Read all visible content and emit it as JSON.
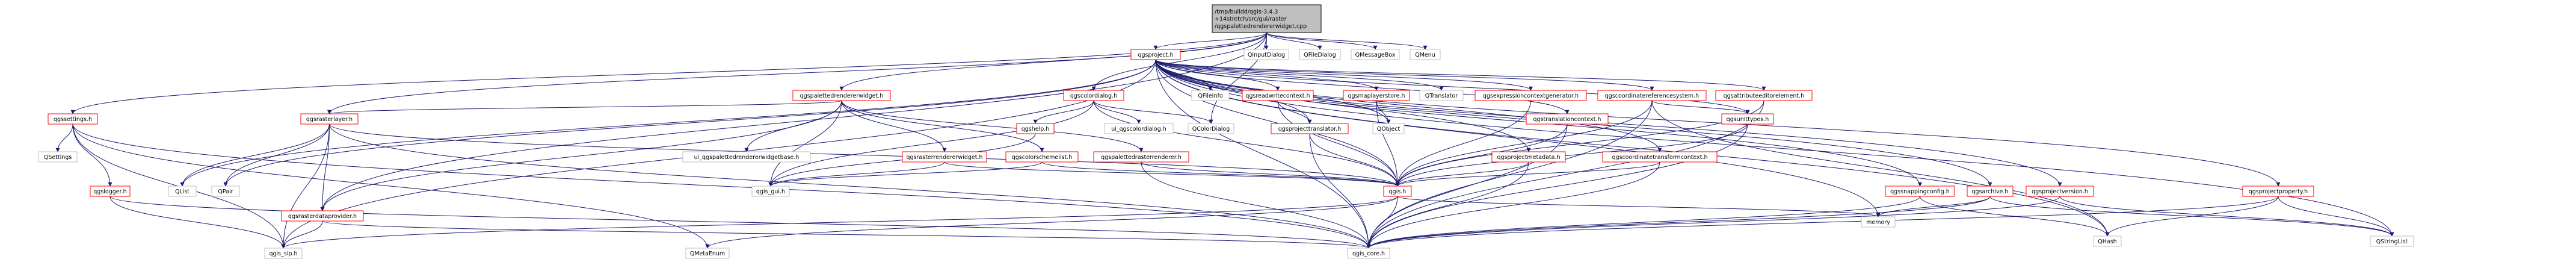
{
  "colors": {
    "root_fill": "#bfbfbf",
    "root_stroke": "#000000",
    "linked_stroke": "#ff0000",
    "external_stroke": "#bfbfbf",
    "node_fill": "#ffffff",
    "edge": "#191970"
  },
  "nodes": [
    {
      "id": "root",
      "lines": [
        "/tmp/buildd/qgis-3.4.3",
        "+14stretch/src/gui/raster",
        "/qgspalettedrendererwidget.cpp"
      ],
      "kind": "root"
    },
    {
      "id": "qgsproject",
      "lines": [
        "qgsproject.h"
      ],
      "kind": "linked"
    },
    {
      "id": "QInputDialog",
      "lines": [
        "QInputDialog"
      ],
      "kind": "external"
    },
    {
      "id": "QFileDialog",
      "lines": [
        "QFileDialog"
      ],
      "kind": "external"
    },
    {
      "id": "QMessageBox",
      "lines": [
        "QMessageBox"
      ],
      "kind": "external"
    },
    {
      "id": "QMenu",
      "lines": [
        "QMenu"
      ],
      "kind": "external"
    },
    {
      "id": "qgspalettedrendererwidget",
      "lines": [
        "qgspalettedrendererwidget.h"
      ],
      "kind": "linked"
    },
    {
      "id": "qgscolordialog",
      "lines": [
        "qgscolordialog.h"
      ],
      "kind": "linked"
    },
    {
      "id": "QFileInfo",
      "lines": [
        "QFileInfo"
      ],
      "kind": "external"
    },
    {
      "id": "qgsreadwritecontext",
      "lines": [
        "qgsreadwritecontext.h"
      ],
      "kind": "linked"
    },
    {
      "id": "qgsmaplayerstore",
      "lines": [
        "qgsmaplayerstore.h"
      ],
      "kind": "linked"
    },
    {
      "id": "QTranslator",
      "lines": [
        "QTranslator"
      ],
      "kind": "external"
    },
    {
      "id": "qgsexpressioncontextgenerator",
      "lines": [
        "qgsexpressioncontextgenerator.h"
      ],
      "kind": "linked"
    },
    {
      "id": "qgscoordinatereferencesystem",
      "lines": [
        "qgscoordinatereferencesystem.h"
      ],
      "kind": "linked"
    },
    {
      "id": "qgsattributeeditorelement",
      "lines": [
        "qgsattributeeditorelement.h"
      ],
      "kind": "linked"
    },
    {
      "id": "qgssettings",
      "lines": [
        "qgssettings.h"
      ],
      "kind": "linked"
    },
    {
      "id": "qgsrasterlayer",
      "lines": [
        "qgsrasterlayer.h"
      ],
      "kind": "linked"
    },
    {
      "id": "ui_qgspalettedrendererwidgetbase",
      "lines": [
        "ui_qgspalettedrendererwidgetbase.h"
      ],
      "kind": "external"
    },
    {
      "id": "qgsrasterrendererwidget",
      "lines": [
        "qgsrasterrendererwidget.h"
      ],
      "kind": "linked"
    },
    {
      "id": "qgscolorschemelist",
      "lines": [
        "qgscolorschemelist.h"
      ],
      "kind": "linked"
    },
    {
      "id": "qgspalettedrasterrenderer",
      "lines": [
        "qgspalettedrasterrenderer.h"
      ],
      "kind": "linked"
    },
    {
      "id": "qgshelp",
      "lines": [
        "qgshelp.h"
      ],
      "kind": "linked"
    },
    {
      "id": "ui_qgscolordialog",
      "lines": [
        "ui_qgscolordialog.h"
      ],
      "kind": "external"
    },
    {
      "id": "QColorDialog",
      "lines": [
        "QColorDialog"
      ],
      "kind": "external"
    },
    {
      "id": "qgsprojecttranslator",
      "lines": [
        "qgsprojecttranslator.h"
      ],
      "kind": "linked"
    },
    {
      "id": "QObject",
      "lines": [
        "QObject"
      ],
      "kind": "external"
    },
    {
      "id": "qgstranslationcontext",
      "lines": [
        "qgstranslationcontext.h"
      ],
      "kind": "linked"
    },
    {
      "id": "qgsprojectmetadata",
      "lines": [
        "qgsprojectmetadata.h"
      ],
      "kind": "linked"
    },
    {
      "id": "qgscoordinatetransformcontext",
      "lines": [
        "qgscoordinatetransformcontext.h"
      ],
      "kind": "linked"
    },
    {
      "id": "qgsunittypes",
      "lines": [
        "qgsunittypes.h"
      ],
      "kind": "linked"
    },
    {
      "id": "qgssnappingconfig",
      "lines": [
        "qgssnappingconfig.h"
      ],
      "kind": "linked"
    },
    {
      "id": "qgsarchive",
      "lines": [
        "qgsarchive.h"
      ],
      "kind": "linked"
    },
    {
      "id": "qgsprojectversion",
      "lines": [
        "qgsprojectversion.h"
      ],
      "kind": "linked"
    },
    {
      "id": "qgsprojectproperty",
      "lines": [
        "qgsprojectproperty.h"
      ],
      "kind": "linked"
    },
    {
      "id": "QSettings",
      "lines": [
        "QSettings"
      ],
      "kind": "external"
    },
    {
      "id": "qgslogger",
      "lines": [
        "qgslogger.h"
      ],
      "kind": "linked"
    },
    {
      "id": "QList",
      "lines": [
        "QList"
      ],
      "kind": "external"
    },
    {
      "id": "QPair",
      "lines": [
        "QPair"
      ],
      "kind": "external"
    },
    {
      "id": "qgsrasterdataprovider",
      "lines": [
        "qgsrasterdataprovider.h"
      ],
      "kind": "linked"
    },
    {
      "id": "qgis_gui",
      "lines": [
        "qgis_gui.h"
      ],
      "kind": "external"
    },
    {
      "id": "qgis",
      "lines": [
        "qgis.h"
      ],
      "kind": "linked"
    },
    {
      "id": "memory",
      "lines": [
        "memory"
      ],
      "kind": "external"
    },
    {
      "id": "QHash",
      "lines": [
        "QHash"
      ],
      "kind": "external"
    },
    {
      "id": "QStringList",
      "lines": [
        "QStringList"
      ],
      "kind": "external"
    },
    {
      "id": "qgis_sip",
      "lines": [
        "qgis_sip.h"
      ],
      "kind": "external"
    },
    {
      "id": "QMetaEnum",
      "lines": [
        "QMetaEnum"
      ],
      "kind": "external"
    },
    {
      "id": "qgis_core",
      "lines": [
        "qgis_core.h"
      ],
      "kind": "external"
    }
  ],
  "edges": [
    [
      "root",
      "qgsproject"
    ],
    [
      "root",
      "QInputDialog"
    ],
    [
      "root",
      "QFileDialog"
    ],
    [
      "root",
      "QMessageBox"
    ],
    [
      "root",
      "QMenu"
    ],
    [
      "root",
      "qgspalettedrendererwidget"
    ],
    [
      "root",
      "qgscolordialog"
    ],
    [
      "root",
      "qgssettings"
    ],
    [
      "root",
      "qgsrasterlayer"
    ],
    [
      "root",
      "qgsrasterdataprovider"
    ],
    [
      "root",
      "QColorDialog"
    ],
    [
      "qgsproject",
      "QFileInfo"
    ],
    [
      "qgsproject",
      "qgsreadwritecontext"
    ],
    [
      "qgsproject",
      "qgsmaplayerstore"
    ],
    [
      "qgsproject",
      "QTranslator"
    ],
    [
      "qgsproject",
      "qgsexpressioncontextgenerator"
    ],
    [
      "qgsproject",
      "qgscoordinatereferencesystem"
    ],
    [
      "qgsproject",
      "qgsattributeeditorelement"
    ],
    [
      "qgsproject",
      "qgsprojecttranslator"
    ],
    [
      "qgsproject",
      "qgstranslationcontext"
    ],
    [
      "qgsproject",
      "qgsprojectmetadata"
    ],
    [
      "qgsproject",
      "qgscoordinatetransformcontext"
    ],
    [
      "qgsproject",
      "qgsunittypes"
    ],
    [
      "qgsproject",
      "qgssnappingconfig"
    ],
    [
      "qgsproject",
      "qgsarchive"
    ],
    [
      "qgsproject",
      "qgsprojectversion"
    ],
    [
      "qgsproject",
      "qgsprojectproperty"
    ],
    [
      "qgsproject",
      "qgis"
    ],
    [
      "qgsproject",
      "memory"
    ],
    [
      "qgsproject",
      "QHash"
    ],
    [
      "qgsproject",
      "QStringList"
    ],
    [
      "qgsproject",
      "qgis_core"
    ],
    [
      "qgsproject",
      "QObject"
    ],
    [
      "qgsproject",
      "QList"
    ],
    [
      "qgsproject",
      "QPair"
    ],
    [
      "qgsproject",
      "qgis_sip"
    ],
    [
      "qgspalettedrendererwidget",
      "qgsrasterrendererwidget"
    ],
    [
      "qgspalettedrendererwidget",
      "qgscolorschemelist"
    ],
    [
      "qgspalettedrendererwidget",
      "qgspalettedrasterrenderer"
    ],
    [
      "qgspalettedrendererwidget",
      "ui_qgspalettedrendererwidgetbase"
    ],
    [
      "qgspalettedrendererwidget",
      "qgsrasterlayer"
    ],
    [
      "qgspalettedrendererwidget",
      "qgis_gui"
    ],
    [
      "qgspalettedrendererwidget",
      "qgsrasterdataprovider"
    ],
    [
      "qgscolordialog",
      "qgshelp"
    ],
    [
      "qgscolordialog",
      "ui_qgscolordialog"
    ],
    [
      "qgscolordialog",
      "QColorDialog"
    ],
    [
      "qgscolordialog",
      "qgis_gui"
    ],
    [
      "qgscolordialog",
      "qgis"
    ],
    [
      "qgsreadwritecontext",
      "qgsprojecttranslator"
    ],
    [
      "qgsreadwritecontext",
      "qgis"
    ],
    [
      "qgsmaplayerstore",
      "qgis"
    ],
    [
      "qgsmaplayerstore",
      "QObject"
    ],
    [
      "qgsexpressioncontextgenerator",
      "qgis"
    ],
    [
      "qgscoordinatereferencesystem",
      "qgsunittypes"
    ],
    [
      "qgscoordinatereferencesystem",
      "qgis"
    ],
    [
      "qgscoordinatereferencesystem",
      "qgis_core"
    ],
    [
      "qgscoordinatereferencesystem",
      "QHash"
    ],
    [
      "qgsattributeeditorelement",
      "qgis"
    ],
    [
      "qgsattributeeditorelement",
      "qgis_core"
    ],
    [
      "qgssettings",
      "QSettings"
    ],
    [
      "qgssettings",
      "qgslogger"
    ],
    [
      "qgssettings",
      "qgis_core"
    ],
    [
      "qgssettings",
      "qgis_sip"
    ],
    [
      "qgssettings",
      "QMetaEnum"
    ],
    [
      "qgsrasterlayer",
      "qgsrasterdataprovider"
    ],
    [
      "qgsrasterlayer",
      "qgis"
    ],
    [
      "qgsrasterlayer",
      "QList"
    ],
    [
      "qgsrasterlayer",
      "QPair"
    ],
    [
      "qgsrasterlayer",
      "qgis_core"
    ],
    [
      "qgsrasterlayer",
      "qgis_sip"
    ],
    [
      "qgsrasterrendererwidget",
      "qgis_gui"
    ],
    [
      "qgsrasterrendererwidget",
      "qgis"
    ],
    [
      "qgscolorschemelist",
      "qgis_gui"
    ],
    [
      "qgscolorschemelist",
      "qgis"
    ],
    [
      "qgspalettedrasterrenderer",
      "qgis"
    ],
    [
      "qgspalettedrasterrenderer",
      "qgis_core"
    ],
    [
      "qgshelp",
      "qgis_gui"
    ],
    [
      "qgsprojecttranslator",
      "qgis"
    ],
    [
      "qgsprojecttranslator",
      "qgis_core"
    ],
    [
      "qgstranslationcontext",
      "qgis"
    ],
    [
      "qgstranslationcontext",
      "qgis_core"
    ],
    [
      "qgsprojectmetadata",
      "qgis"
    ],
    [
      "qgsprojectmetadata",
      "qgis_core"
    ],
    [
      "qgscoordinatetransformcontext",
      "qgis"
    ],
    [
      "qgscoordinatetransformcontext",
      "qgis_core"
    ],
    [
      "qgsunittypes",
      "qgis"
    ],
    [
      "qgsunittypes",
      "qgis_core"
    ],
    [
      "qgssnappingconfig",
      "qgis_core"
    ],
    [
      "qgssnappingconfig",
      "QHash"
    ],
    [
      "qgsarchive",
      "qgis_core"
    ],
    [
      "qgsarchive",
      "memory"
    ],
    [
      "qgsarchive",
      "QStringList"
    ],
    [
      "qgsprojectversion",
      "qgis_core"
    ],
    [
      "qgsprojectversion",
      "QStringList"
    ],
    [
      "qgsprojectproperty",
      "qgis_core"
    ],
    [
      "qgsprojectproperty",
      "QHash"
    ],
    [
      "qgsprojectproperty",
      "QStringList"
    ],
    [
      "qgslogger",
      "qgis_core"
    ],
    [
      "qgslogger",
      "qgis_sip"
    ],
    [
      "qgsrasterdataprovider",
      "qgis_core"
    ],
    [
      "qgsrasterdataprovider",
      "qgis_sip"
    ],
    [
      "qgis",
      "qgis_core"
    ],
    [
      "qgis",
      "qgis_sip"
    ],
    [
      "qgis",
      "QMetaEnum"
    ],
    [
      "qgis",
      "memory"
    ]
  ]
}
